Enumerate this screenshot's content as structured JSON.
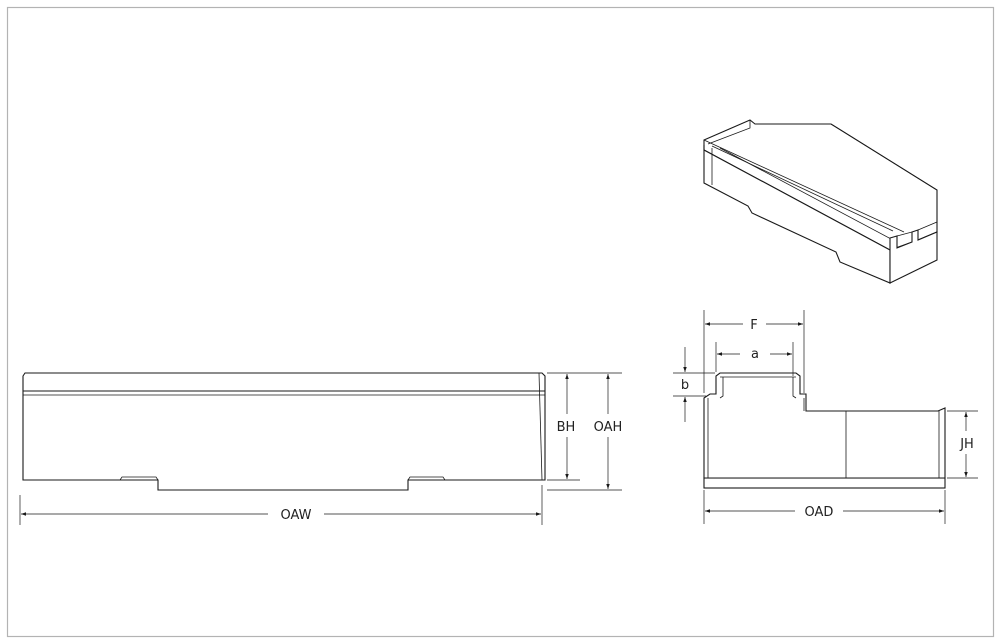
{
  "drawing": {
    "dimensions": {
      "oaw": "OAW",
      "bh": "BH",
      "oah": "OAH",
      "f": "F",
      "a": "a",
      "b": "b",
      "jh": "JH",
      "oad": "OAD"
    },
    "colors": {
      "line": "#1a1a1a",
      "border": "#b3b3b3",
      "background": "#ffffff"
    }
  }
}
